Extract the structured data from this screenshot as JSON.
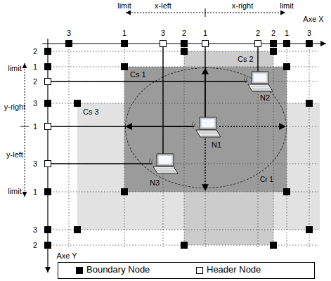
{
  "diagram": {
    "nodes": [
      {
        "text": [
          "Cs 3"
        ]
      },
      {
        "text": [
          "Cs 2"
        ]
      },
      {
        "text": [
          "Cs 1"
        ]
      },
      {
        "text": [
          "Cr 1"
        ],
        "in": 2
      },
      {
        "text": [
          "N1"
        ],
        "in": 3
      },
      {
        "text": [
          "N2"
        ],
        "in": 2
      },
      {
        "text": [
          "N3"
        ],
        "in": 2
      }
    ],
    "labels": [
      "limit",
      "x-left",
      "x-right",
      "limit",
      "Axe X",
      "3",
      "1",
      "3",
      "2",
      "1",
      "2",
      "2",
      "1",
      "3",
      "2",
      "1",
      "2",
      "3",
      "1",
      "3",
      "1",
      "3",
      "2",
      "limit",
      "y-right",
      "y-left",
      "limit",
      "Axe Y"
    ],
    "legend": [
      {
        "text": "Boundary Node",
        "color": "#000000"
      },
      {
        "text": "Header Node",
        "color": "#ffffff"
      }
    ]
  }
}
